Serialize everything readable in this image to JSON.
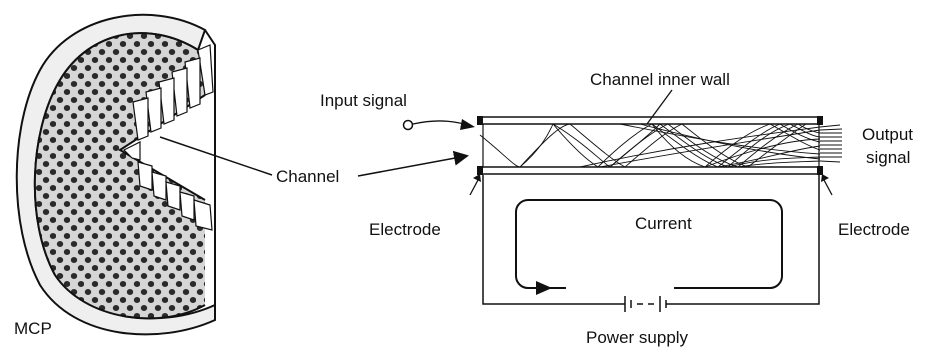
{
  "labels": {
    "mcp": "MCP",
    "channel": "Channel",
    "input_signal": "Input signal",
    "channel_inner_wall": "Channel inner wall",
    "output_signal_line1": "Output",
    "output_signal_line2": "signal",
    "electrode_left": "Electrode",
    "electrode_right": "Electrode",
    "current": "Current",
    "power_supply": "Power supply"
  }
}
